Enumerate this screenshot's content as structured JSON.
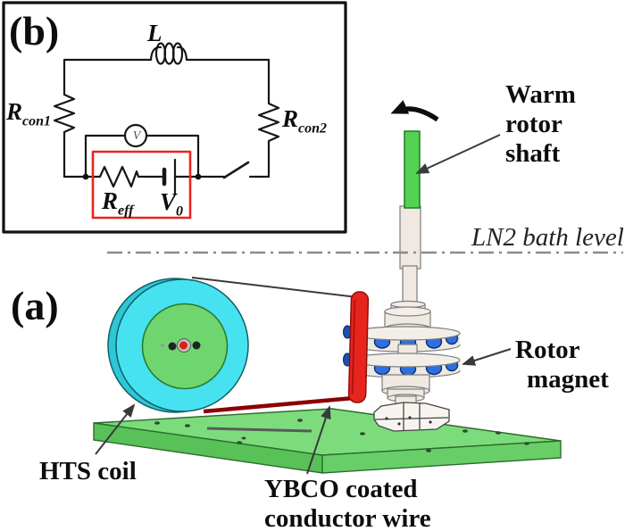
{
  "figure": {
    "panel_a_tag": "(a)",
    "panel_b_tag": "(b)"
  },
  "circuit": {
    "inductor_label": "L",
    "rcon1_base": "R",
    "rcon1_sub": "con1",
    "rcon2_base": "R",
    "rcon2_sub": "con2",
    "reff_base": "R",
    "reff_sub": "eff",
    "v0_base": "V",
    "v0_sub": "0",
    "voltmeter_label": "V"
  },
  "apparatus": {
    "warm_rotor_shaft": {
      "line1": "Warm",
      "line2": "rotor",
      "line3": "shaft"
    },
    "ln2_bath_level": "LN2 bath level",
    "rotor_magnet": {
      "line1": "Rotor",
      "line2": "magnet"
    },
    "hts_coil": "HTS coil",
    "ybco": {
      "line1": "YBCO coated",
      "line2": "conductor wire"
    }
  },
  "colors": {
    "coil_cyan": "#47E2EF",
    "coil_rim_cyan": "#2FC7D6",
    "coil_inner_green": "#6FD66F",
    "base_plate_green": "#7CDC7C",
    "shaft_green": "#55D155",
    "magnet_blue": "#2E6FE0",
    "highlight_red": "#E8251D",
    "wire_dark_red": "#8B0000",
    "line_black": "#161616",
    "ln2_line_gray": "#8A8A8A",
    "component_cream": "#EFE9E2"
  }
}
